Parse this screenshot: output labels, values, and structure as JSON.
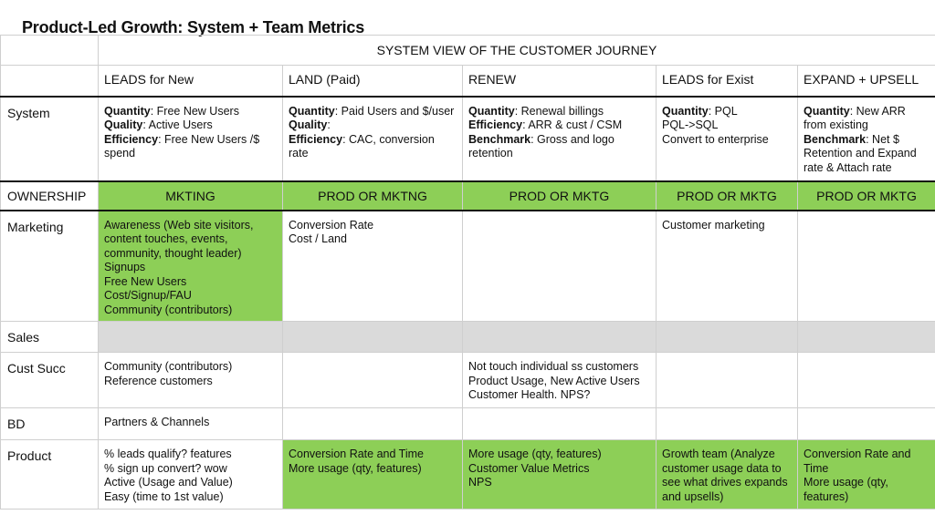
{
  "title": "Product-Led Growth: System + Team Metrics",
  "system_view_label": "SYSTEM VIEW OF THE CUSTOMER JOURNEY",
  "columns": [
    "LEADS for New",
    "LAND (Paid)",
    "RENEW",
    "LEADS for Exist",
    "EXPAND + UPSELL"
  ],
  "system": {
    "label": "System",
    "leads_new": {
      "quantity_label": "Quantity",
      "quantity": ": Free New Users",
      "quality_label": "Quality",
      "quality": ": Active Users",
      "efficiency_label": "Efficiency",
      "efficiency": ": Free New Users /$ spend"
    },
    "land": {
      "quantity_label": "Quantity",
      "quantity": ": Paid Users and $/user",
      "quality_label": "Quality",
      "quality": ":",
      "efficiency_label": "Efficiency",
      "efficiency": ": CAC, conversion rate"
    },
    "renew": {
      "quantity_label": "Quantity",
      "quantity": ": Renewal billings",
      "efficiency_label": "Efficiency",
      "efficiency": ": ARR & cust / CSM",
      "benchmark_label": "Benchmark",
      "benchmark": ": Gross and logo retention"
    },
    "leads_exist": {
      "quantity_label": "Quantity",
      "quantity": ": PQL",
      "line2": "PQL->SQL",
      "line3": "Convert to enterprise"
    },
    "expand": {
      "quantity_label": "Quantity",
      "quantity": ": New ARR from existing",
      "benchmark_label": "Benchmark",
      "benchmark": ": Net $ Retention and Expand rate & Attach rate"
    }
  },
  "ownership": {
    "label": "OWNERSHIP",
    "values": [
      "MKTING",
      "PROD OR MKTNG",
      "PROD OR MKTG",
      "PROD OR MKTG",
      "PROD OR MKTG"
    ]
  },
  "marketing": {
    "label": "Marketing",
    "leads_new": [
      "Awareness (Web site visitors, content touches, events, community, thought leader)",
      "Signups",
      "Free New Users",
      "Cost/Signup/FAU",
      "Community (contributors)"
    ],
    "land": [
      "Conversion Rate",
      "Cost / Land"
    ],
    "leads_exist": [
      "Customer marketing"
    ]
  },
  "sales": {
    "label": "Sales"
  },
  "cust_succ": {
    "label": "Cust Succ",
    "leads_new": [
      "Community (contributors)",
      "Reference customers"
    ],
    "renew": [
      "Not touch individual ss customers",
      "Product Usage, New Active Users",
      "Customer Health. NPS?"
    ]
  },
  "bd": {
    "label": "BD",
    "leads_new": [
      "Partners & Channels"
    ]
  },
  "product": {
    "label": "Product",
    "leads_new": [
      "% leads qualify? features",
      "% sign up convert? wow",
      "Active (Usage and Value)",
      "Easy (time to 1st value)"
    ],
    "land": [
      "Conversion Rate and Time",
      "More usage (qty, features)"
    ],
    "renew": [
      "More usage (qty, features)",
      "Customer Value Metrics",
      "NPS"
    ],
    "leads_exist": [
      "Growth team (Analyze customer usage data to see what drives expands and upsells)"
    ],
    "expand": [
      "Conversion Rate and Time",
      "More usage (qty, features)"
    ]
  },
  "colors": {
    "green": "#8dcf57",
    "gray": "#dadada"
  }
}
